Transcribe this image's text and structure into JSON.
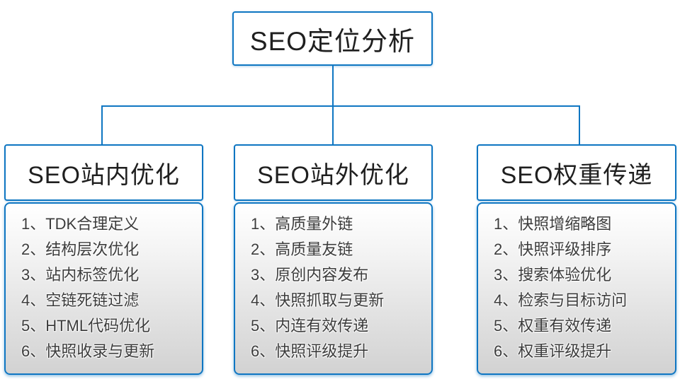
{
  "diagram": {
    "root": {
      "title": "SEO定位分析"
    },
    "columns": [
      {
        "title": "SEO站内优化",
        "items": [
          "1、TDK合理定义",
          "2、结构层次优化",
          "3、站内标签优化",
          "4、空链死链过滤",
          "5、HTML代码优化",
          "6、快照收录与更新"
        ]
      },
      {
        "title": "SEO站外优化",
        "items": [
          "1、高质量外链",
          "2、高质量友链",
          "3、原创内容发布",
          "4、快照抓取与更新",
          "5、内连有效传递",
          "6、快照评级提升"
        ]
      },
      {
        "title": "SEO权重传递",
        "items": [
          "1、快照增缩略图",
          "2、快照评级排序",
          "3、搜索体验优化",
          "4、检索与目标访问",
          "5、权重有效传递",
          "6、权重评级提升"
        ]
      }
    ],
    "colors": {
      "accent": "#0f76c2",
      "panel_gradient_top": "#ffffff",
      "panel_gradient_bottom": "#d2d2d2",
      "title_text": "#1f1f1f",
      "item_text": "#3c3c3c"
    }
  }
}
